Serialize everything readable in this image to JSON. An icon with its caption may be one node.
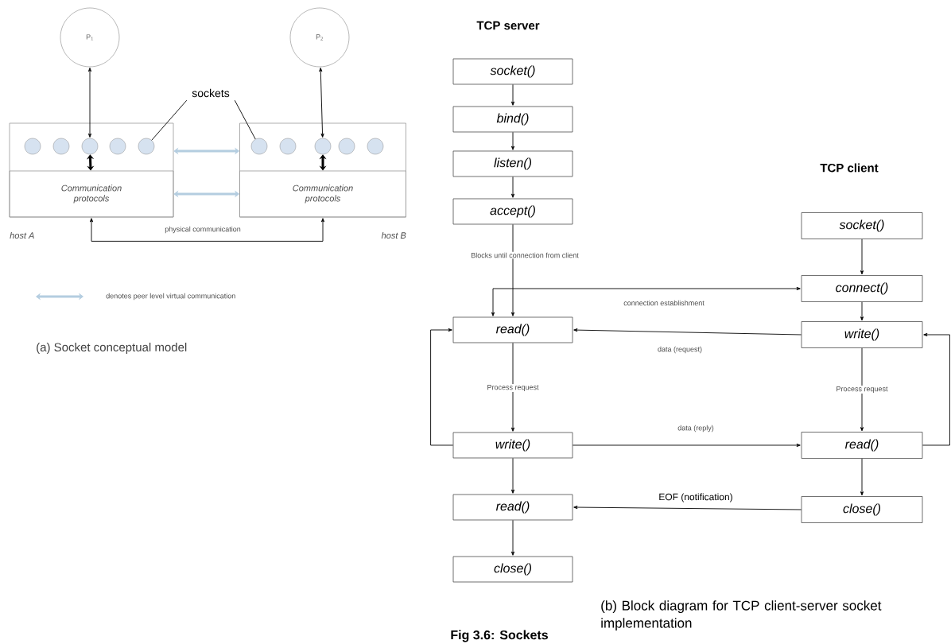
{
  "diagram": {
    "caption": "Fig 3.6: Sockets",
    "nodes": [
      {
        "text": [
          "P$_{1}$"
        ]
      },
      {
        "text": [
          "P$_{2}$"
        ]
      },
      {
        "text": [],
        "shape": "box",
        "beside": [
          "host A"
        ]
      },
      {
        "text": [],
        "shape": "circle",
        "in": 2
      },
      {
        "text": [],
        "shape": "circle",
        "in": 2
      },
      {
        "text": [],
        "shape": "circle",
        "in": 2
      },
      {
        "text": [],
        "shape": "circle",
        "in": 2
      },
      {
        "text": [],
        "shape": "circle",
        "in": 2
      },
      {
        "text": [
          "Communication protocols"
        ],
        "in": 2
      },
      {
        "text": [],
        "shape": "box",
        "beside": [
          "host B"
        ]
      },
      {
        "text": [],
        "shape": "circle",
        "in": 9
      },
      {
        "text": [],
        "shape": "circle",
        "in": 9
      },
      {
        "text": [],
        "shape": "circle",
        "in": 9
      },
      {
        "text": [],
        "shape": "circle",
        "in": 9
      },
      {
        "text": [],
        "shape": "circle",
        "in": 9
      },
      {
        "text": [
          "Communication protocols"
        ],
        "in": 9
      },
      {
        "text": [
          "sockets"
        ]
      },
      {
        "text": [
          "socket()"
        ]
      },
      {
        "text": [
          "bind()"
        ]
      },
      {
        "text": [
          "listen()"
        ]
      },
      {
        "text": [
          "accept()"
        ]
      },
      {
        "text": [
          "read()"
        ]
      },
      {
        "text": [
          "write()"
        ]
      },
      {
        "text": [
          "read()"
        ]
      },
      {
        "text": [
          "close()"
        ]
      },
      {
        "text": [
          "socket()"
        ]
      },
      {
        "text": [
          "connect()"
        ]
      },
      {
        "text": [
          "write()"
        ]
      },
      {
        "text": [
          "read()"
        ]
      },
      {
        "text": [
          "close()"
        ]
      }
    ],
    "edges": [
      {
        "from": 0,
        "to": 5,
        "arrow": "both"
      },
      {
        "from": 5,
        "to": 8,
        "arrow": "both",
        "style": "thick"
      },
      {
        "from": 1,
        "to": 12,
        "arrow": "both"
      },
      {
        "from": 12,
        "to": 15,
        "arrow": "both",
        "style": "thick"
      },
      {
        "from": 2,
        "to": 9,
        "arrow": "both",
        "style": "thick",
        "color": "#b4cde0"
      },
      {
        "from": 8,
        "to": 15,
        "arrow": "both",
        "style": "thick",
        "color": "#b4cde0"
      },
      {
        "from": 8,
        "to": 15,
        "arrow": "both",
        "label": "physical communication"
      },
      {
        "from": 16,
        "to": 7,
        "arrow": "none"
      },
      {
        "from": 16,
        "to": 10,
        "arrow": "none"
      },
      {
        "from": 17,
        "to": 18,
        "arrow": "to"
      },
      {
        "from": 18,
        "to": 19,
        "arrow": "to"
      },
      {
        "from": 19,
        "to": 20,
        "arrow": "to"
      },
      {
        "from": 20,
        "to": 21,
        "arrow": "to",
        "label": "Blocks until connection from client"
      },
      {
        "from": 26,
        "to": 21,
        "arrow": "both",
        "label": "connection establishment"
      },
      {
        "from": 25,
        "to": 26,
        "arrow": "to"
      },
      {
        "from": 26,
        "to": 27,
        "arrow": "to"
      },
      {
        "from": 27,
        "to": 21,
        "arrow": "to",
        "label": "data (request)"
      },
      {
        "from": 21,
        "to": 22,
        "arrow": "to",
        "label": "Process request"
      },
      {
        "from": 22,
        "to": 21,
        "arrow": "to"
      },
      {
        "from": 27,
        "to": 28,
        "arrow": "to",
        "label": "Process request"
      },
      {
        "from": 28,
        "to": 27,
        "arrow": "to"
      },
      {
        "from": 22,
        "to": 28,
        "arrow": "to",
        "label": "data (reply)"
      },
      {
        "from": 22,
        "to": 23,
        "arrow": "to"
      },
      {
        "from": 28,
        "to": 29,
        "arrow": "to"
      },
      {
        "from": 29,
        "to": 23,
        "arrow": "to",
        "label": "EOF (notification)"
      },
      {
        "from": 23,
        "to": 24,
        "arrow": "to"
      }
    ],
    "labels": [
      "(a) Socket conceptual model",
      "TCP server",
      "TCP client",
      "(b) Block diagram for TCP client-server socket implementation"
    ],
    "legend": [
      {
        "text": "denotes peer level virtual communication"
      }
    ]
  }
}
